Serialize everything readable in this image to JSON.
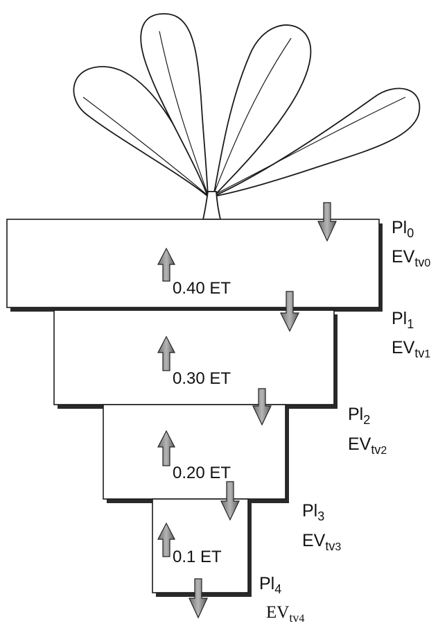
{
  "diagram": {
    "layers": [
      {
        "et_label": "0.40 ET",
        "pl_base": "Pl",
        "pl_sub": "0",
        "ev_base": "EV",
        "ev_sub": "tv",
        "ev_subsub": "0"
      },
      {
        "et_label": "0.30 ET",
        "pl_base": "Pl",
        "pl_sub": "1",
        "ev_base": "EV",
        "ev_sub": "tv",
        "ev_subsub": "1"
      },
      {
        "et_label": "0.20 ET",
        "pl_base": "Pl",
        "pl_sub": "2",
        "ev_base": "EV",
        "ev_sub": "tv",
        "ev_subsub": "2"
      },
      {
        "et_label": "0.1 ET",
        "pl_base": "Pl",
        "pl_sub": "3",
        "ev_base": "EV",
        "ev_sub": "tv",
        "ev_subsub": "3"
      }
    ],
    "bottom": {
      "pl_base": "Pl",
      "pl_sub": "4",
      "ev_base": "EV",
      "ev_sub": "tv",
      "ev_subsub": "4"
    },
    "colors": {
      "outline": "#1a1a1a",
      "shadow": "#2a2a2a",
      "arrow_fill": "#8c8c8c",
      "arrow_edge": "#222222"
    }
  }
}
